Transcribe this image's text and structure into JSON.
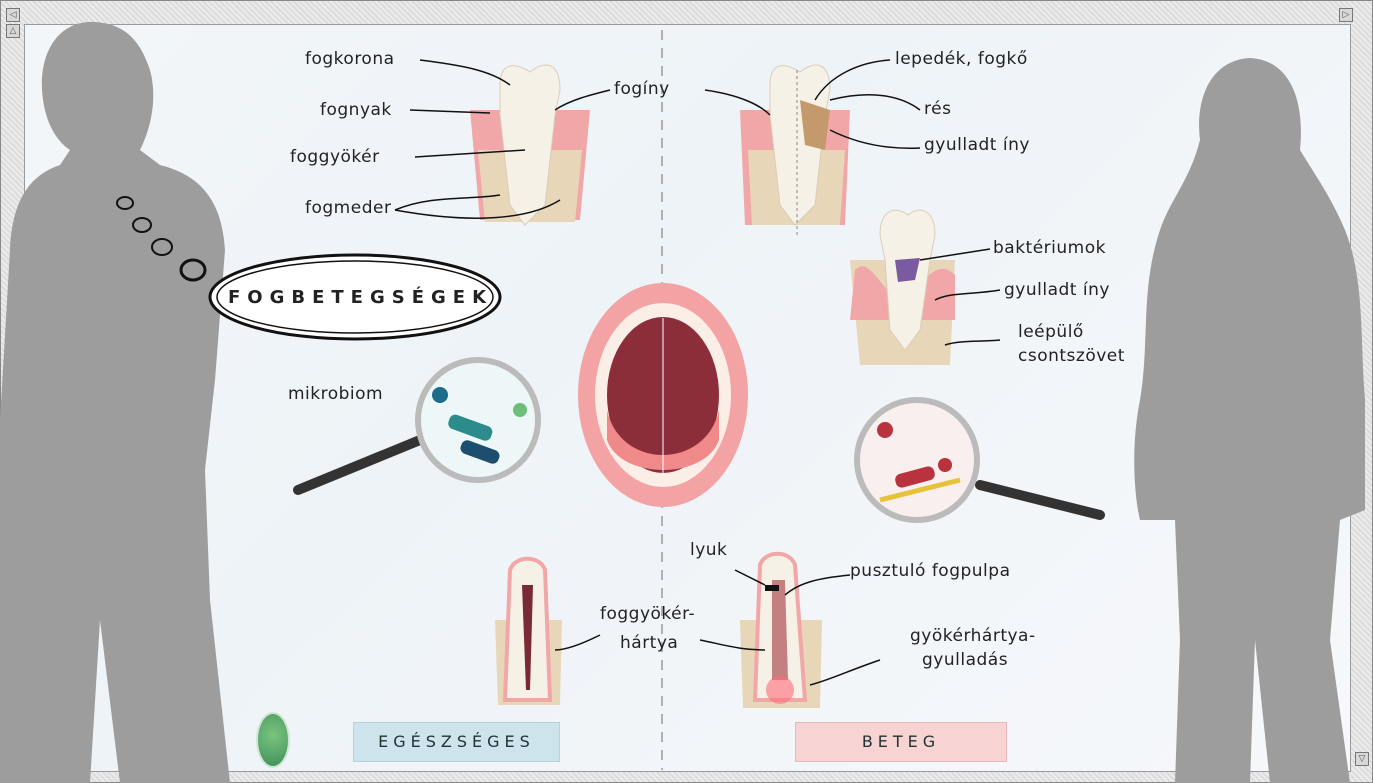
{
  "title": "FOGBETEGSÉGEK",
  "categories": {
    "healthy": "EGÉSZSÉGES",
    "sick": "BETEG"
  },
  "labels": {
    "fogkorona": "fogkorona",
    "fognyak": "fognyak",
    "foggyoker": "foggyökér",
    "fogmeder": "fogmeder",
    "foginy": "fogíny",
    "lepedek": "lepedék, fogkő",
    "res": "rés",
    "gyulladt_iny_1": "gyulladt íny",
    "bakteriumok": "baktériumok",
    "gyulladt_iny_2": "gyulladt íny",
    "leepulo_1": "leépülő",
    "leepulo_2": "csontszövet",
    "mikrobiom": "mikrobiom",
    "lyuk": "lyuk",
    "pusztulo": "pusztuló fogpulpa",
    "hartya_1": "foggyökér-",
    "hartya_2": "hártya",
    "gyulladas_1": "gyökérhártya-",
    "gyulladas_2": "gyulladás"
  },
  "colors": {
    "healthy_tag": "#cde4ec",
    "sick_tag": "#f7d3d3",
    "silhouette": "#9d9d9d",
    "gum": "#f1a7a7",
    "bone": "#e7d7b8"
  }
}
